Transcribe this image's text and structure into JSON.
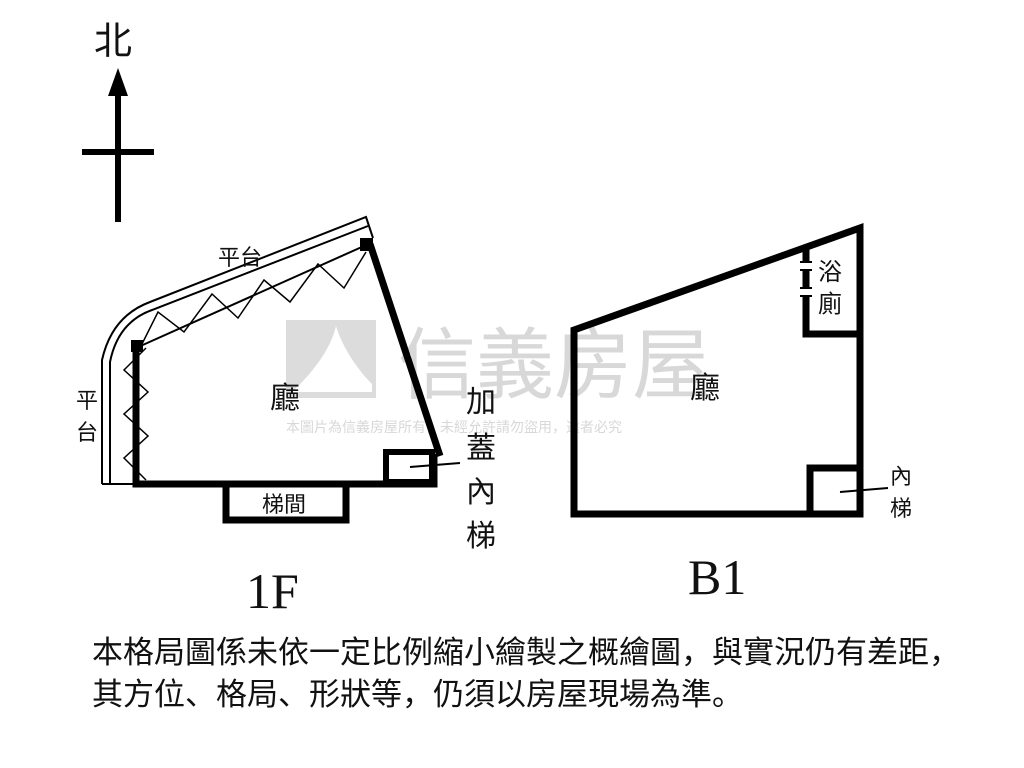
{
  "compass": {
    "north_label": "北"
  },
  "watermark": {
    "brand_text": "信義房屋",
    "notice_text": "本圖片為信義房屋所有，未經允許請勿盜用，違者必究"
  },
  "floor_1f": {
    "floor_label": "1F",
    "hall_label": "廳",
    "terrace_top_label": "平台",
    "terrace_left_label": [
      "平",
      "台"
    ],
    "stair_room_label": "梯間",
    "added_stair_label": [
      "加",
      "蓋",
      "內",
      "梯"
    ]
  },
  "floor_b1": {
    "floor_label": "B1",
    "hall_label": "廳",
    "bathroom_label": [
      "浴",
      "廁"
    ],
    "inner_stair_label": [
      "內",
      "梯"
    ]
  },
  "disclaimer": {
    "text": "本格局圖係未依一定比例縮小繪製之概繪圖，與實況仍有差距，其方位、格局、形狀等，仍須以房屋現場為準。"
  }
}
